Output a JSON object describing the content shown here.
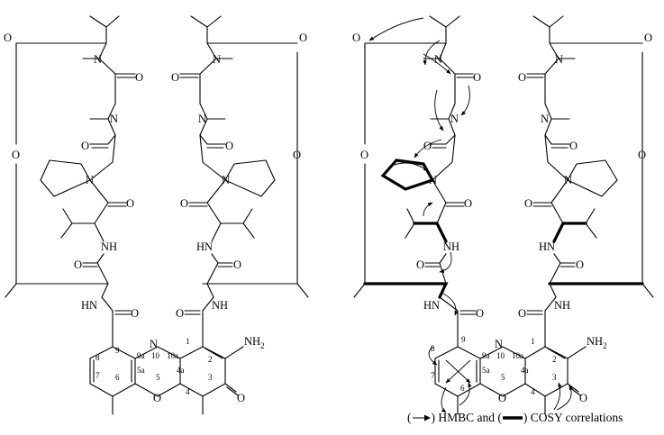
{
  "figure": {
    "atoms": {
      "O": "O",
      "N": "N",
      "NH": "NH",
      "HN": "HN",
      "NH2": "NH",
      "NH2_sub": "2"
    },
    "ring_numbers": [
      "1",
      "2",
      "3",
      "4",
      "4a",
      "5",
      "5a",
      "6",
      "7",
      "8",
      "9",
      "9a",
      "10",
      "10a"
    ],
    "caption": {
      "hmbc_open": "(",
      "hmbc_close": ") HMBC and (",
      "cosy_close": ") COSY correlations"
    }
  }
}
